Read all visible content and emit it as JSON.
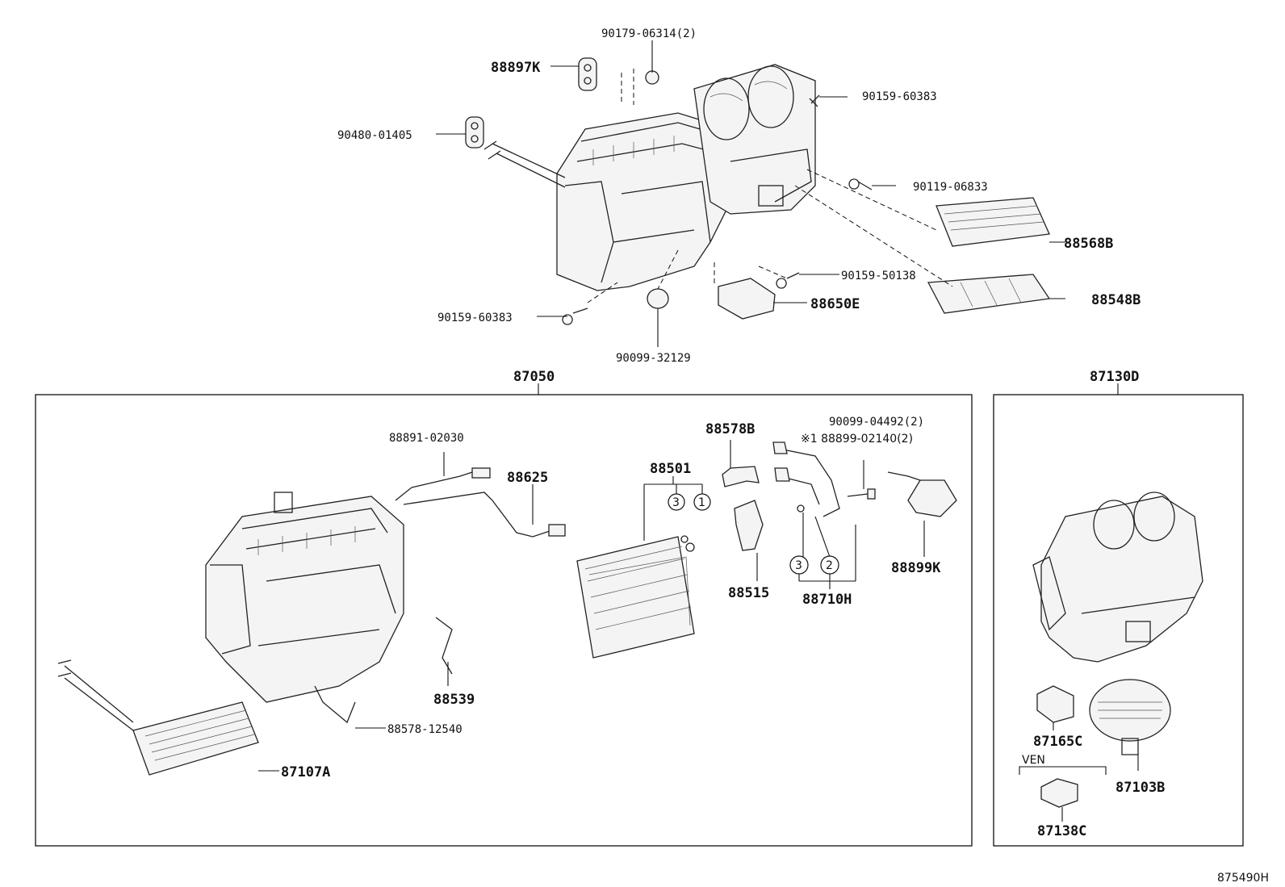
{
  "labels": {
    "p90179": "90179-06314(2)",
    "p88897k": "88897K",
    "p90159_top": "90159-60383",
    "p90480": "90480-01405",
    "p90119": "90119-06833",
    "p88568b": "88568B",
    "p90159_50138": "90159-50138",
    "p88548b": "88548B",
    "p90159_left": "90159-60383",
    "p88650e": "88650E",
    "p90099_32129": "90099-32129",
    "p87050": "87050",
    "p87130d": "87130D",
    "p90099_04492": "90099-04492(2)",
    "p88899_02140": "※1 88899-02140(2)",
    "p88578b": "88578B",
    "p88891": "88891-02030",
    "p88625": "88625",
    "p88501": "88501",
    "p88899k": "88899K",
    "p88515": "88515",
    "p88710h": "88710H",
    "p88539": "88539",
    "p88578_12540": "88578-12540",
    "p87107a": "87107A",
    "p87165c": "87165C",
    "p87103b": "87103B",
    "ven": "VEN",
    "p87138c": "87138C",
    "diagram_id": "875490H"
  },
  "callouts": {
    "c3a": "3",
    "c1": "1",
    "c3b": "3",
    "c2": "2"
  }
}
